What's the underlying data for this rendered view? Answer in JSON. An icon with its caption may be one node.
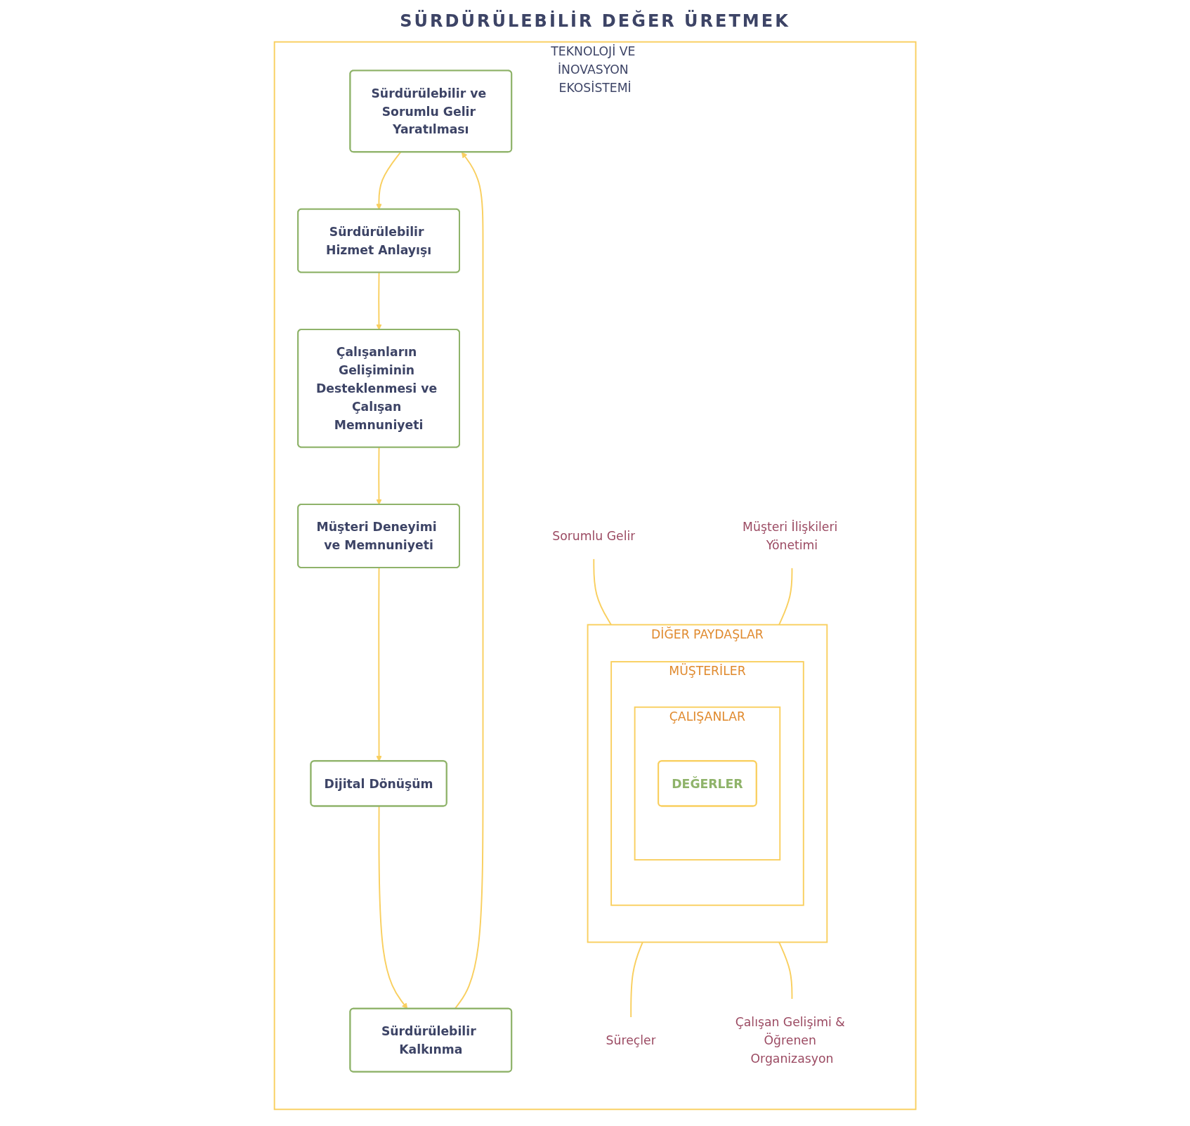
{
  "diagram": {
    "nodes": [
      {
        "text": [
          "TEKNOLOJİ VE İNOVASYON EKOSİSTEMİ"
        ]
      },
      {
        "text": [
          "Sürdürülebilir ve Sorumlu Gelir Yaratılması"
        ],
        "in": 0
      },
      {
        "text": [
          "Sürdürülebilir Hizmet Anlayışı"
        ],
        "in": 0
      },
      {
        "text": [
          "Sürdürülebilir Kalkınma"
        ],
        "in": 0
      },
      {
        "text": [
          "Çalışanların Gelişiminin Desteklenmesi ve Çalışan Memnuniyeti"
        ],
        "in": 0
      },
      {
        "text": [
          "Dijital Dönüşüm"
        ],
        "in": 0
      },
      {
        "text": [
          "Müşteri Deneyimi ve Memnuniyeti"
        ],
        "in": 0
      },
      {
        "text": [
          "DİĞER PAYDAŞLAR"
        ],
        "in": 0
      },
      {
        "text": [
          "MÜŞTERİLER"
        ],
        "in": 7
      },
      {
        "text": [
          "ÇALIŞANLAR"
        ],
        "in": 8
      },
      {
        "text": [
          "DEĞERLER"
        ],
        "in": 9
      },
      {
        "text": [
          "Sorumlu Gelir"
        ],
        "in": 0
      },
      {
        "text": [
          "Müşteri İlişkileri Yönetimi"
        ],
        "in": 0
      },
      {
        "text": [
          "Süreçler"
        ],
        "in": 0
      },
      {
        "text": [
          "Çalışan Gelişimi & Öğrenen Organizasyon"
        ],
        "in": 0
      }
    ],
    "edges": [
      {
        "from": 1,
        "to": 2,
        "arrow": "to"
      },
      {
        "from": 2,
        "to": 4,
        "arrow": "to"
      },
      {
        "from": 4,
        "to": 6,
        "arrow": "to"
      },
      {
        "from": 6,
        "to": 5,
        "arrow": "to"
      },
      {
        "from": 5,
        "to": 3,
        "arrow": "to"
      },
      {
        "from": 3,
        "to": 1,
        "arrow": "to"
      },
      {
        "from": 11,
        "to": 7,
        "arrow": "none"
      },
      {
        "from": 12,
        "to": 7,
        "arrow": "none"
      },
      {
        "from": 7,
        "to": 13,
        "arrow": "none"
      },
      {
        "from": 7,
        "to": 14,
        "arrow": "none"
      }
    ],
    "labels": [
      "SÜRDÜRÜLEBİLİR DEĞER ÜRETMEK"
    ]
  }
}
